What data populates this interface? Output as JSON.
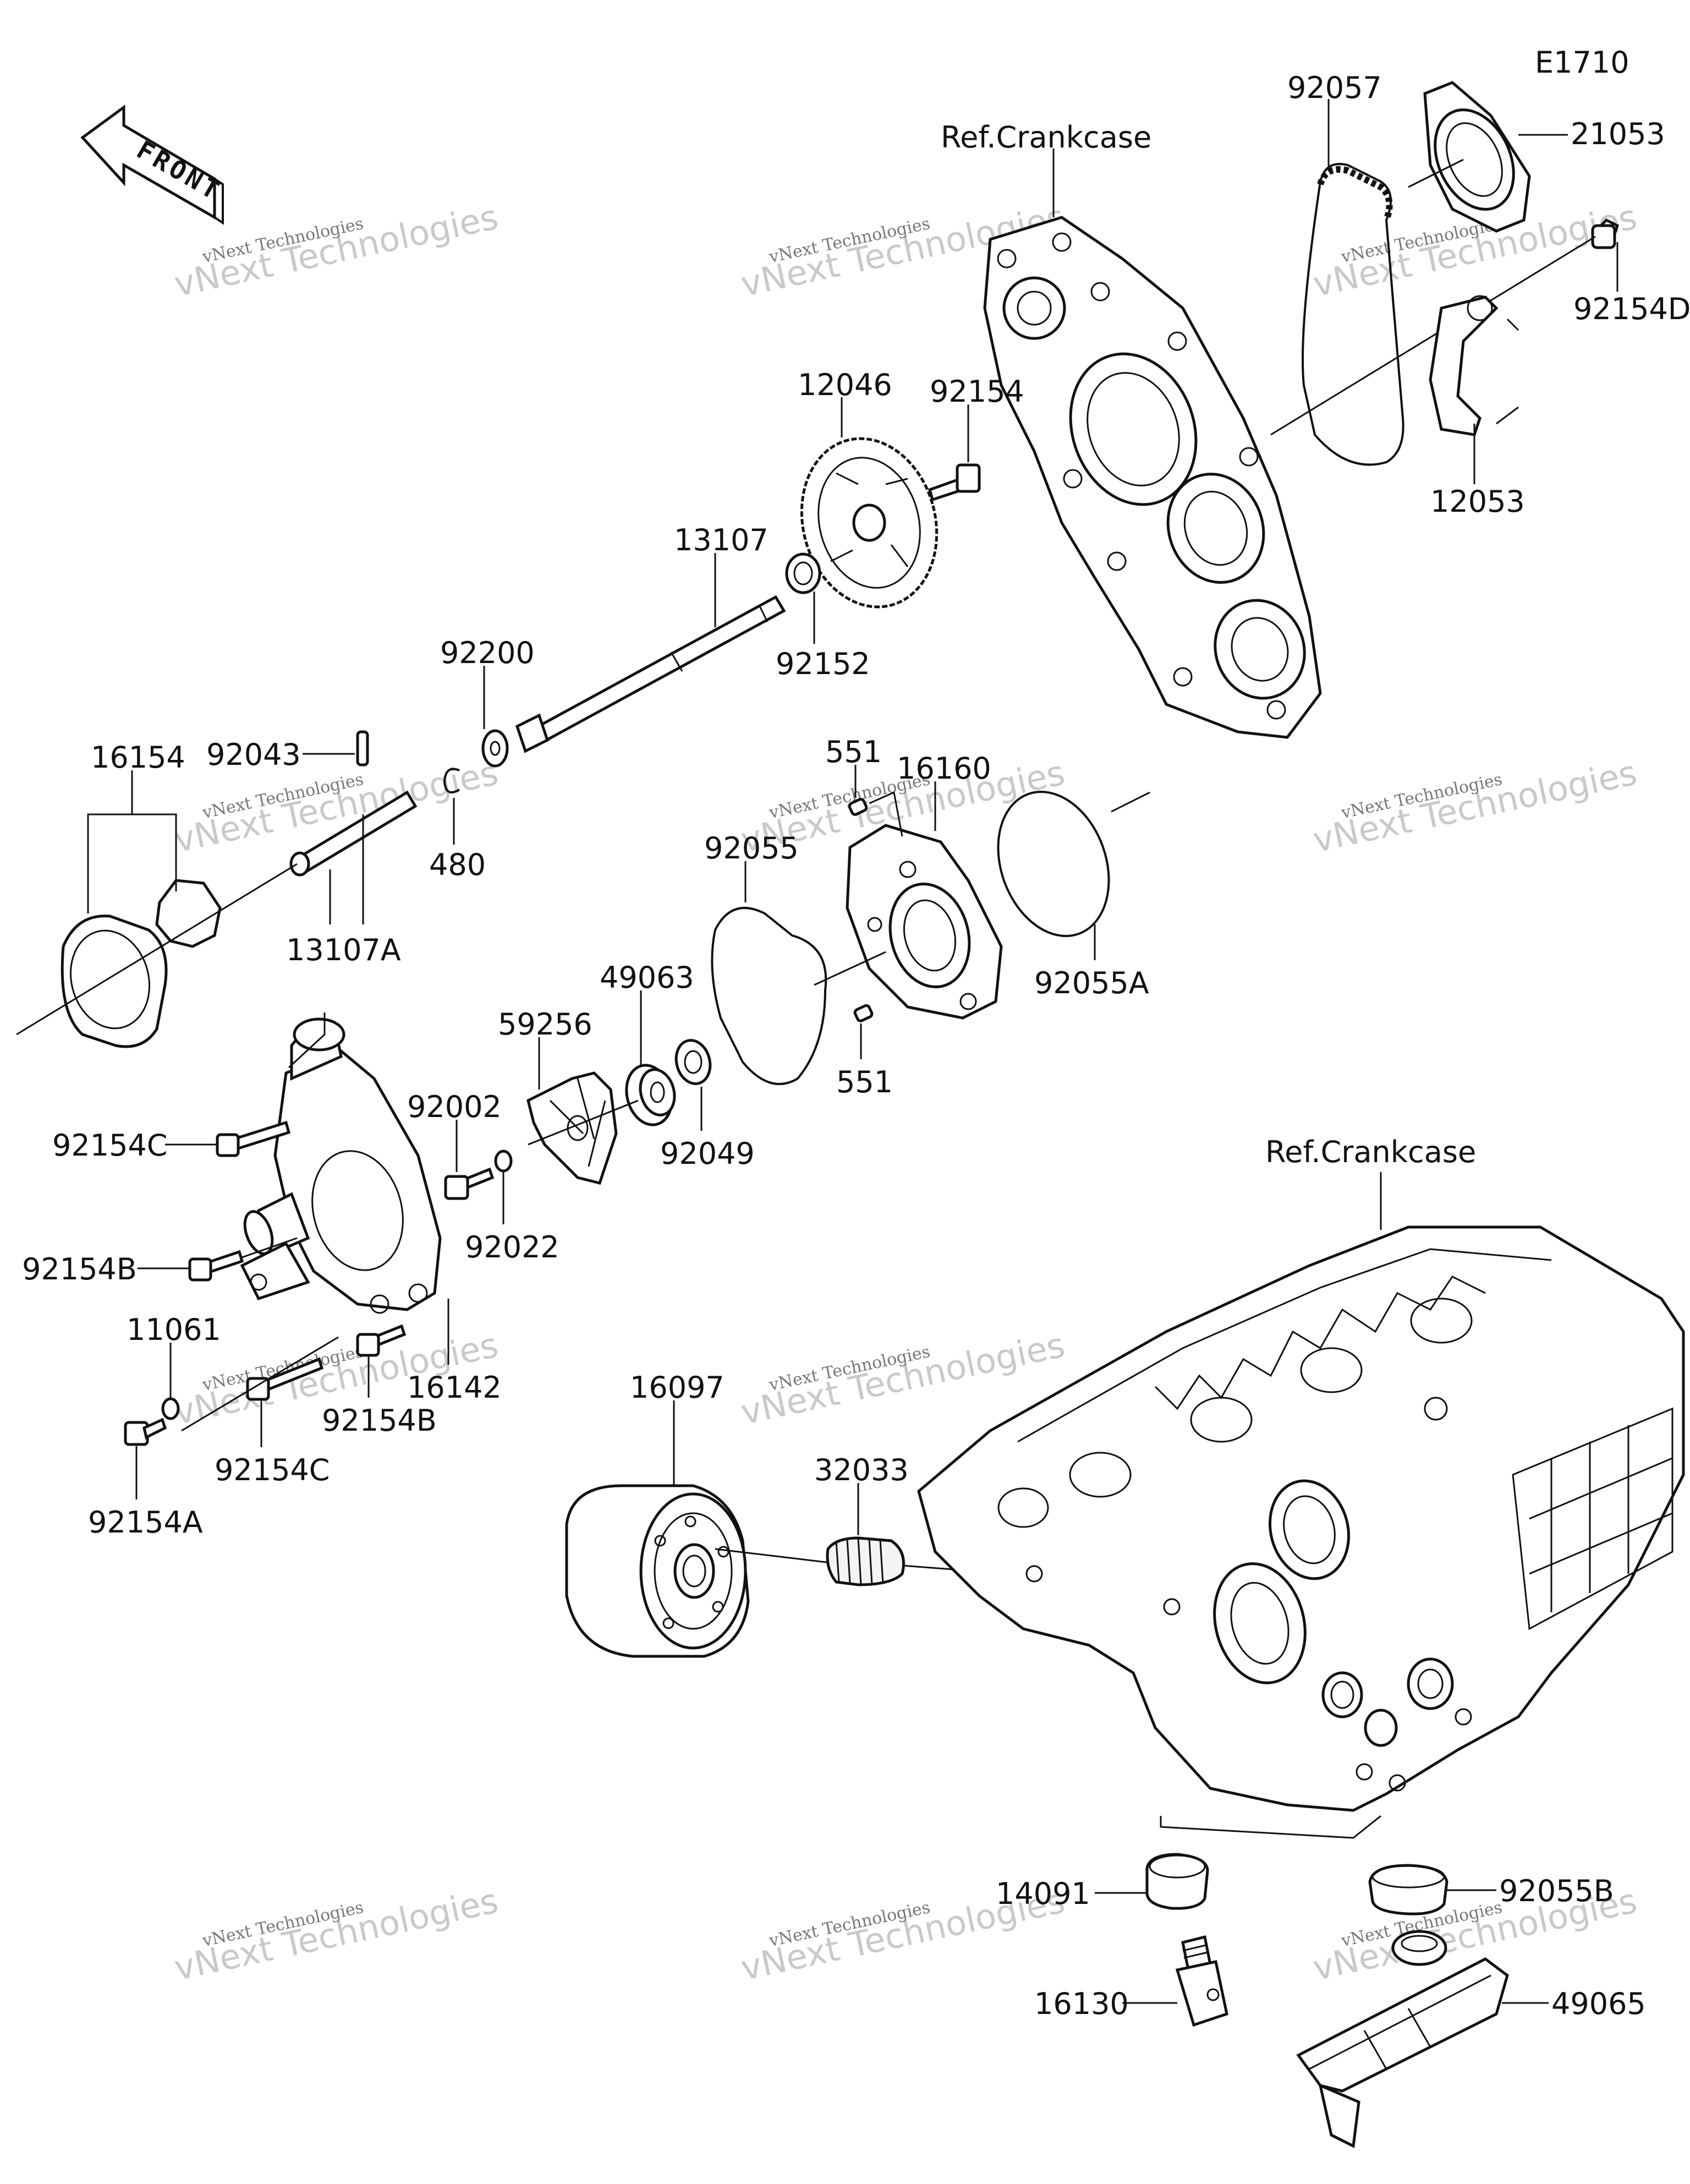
{
  "diagram_code": "E1710",
  "front_arrow_label": "FRONT",
  "references": {
    "crankcase_top": "Ref.Crankcase",
    "crankcase_bottom": "Ref.Crankcase"
  },
  "watermark": {
    "line1": "vNext Technologies",
    "line2": "vNext Technologies"
  },
  "parts": {
    "p92057": "92057",
    "p21053": "21053",
    "p92154D": "92154D",
    "p12053": "12053",
    "p12046": "12046",
    "p92154": "92154",
    "p13107": "13107",
    "p92152": "92152",
    "p92200": "92200",
    "p16154": "16154",
    "p92043": "92043",
    "p480": "480",
    "p13107A": "13107A",
    "p551_top": "551",
    "p16160": "16160",
    "p92055": "92055",
    "p92055A": "92055A",
    "p551_bottom": "551",
    "p49063": "49063",
    "p59256": "59256",
    "p92049": "92049",
    "p92002": "92002",
    "p92154C_top": "92154C",
    "p92022": "92022",
    "p92154B_left": "92154B",
    "p11061": "11061",
    "p16142": "16142",
    "p92154B_right": "92154B",
    "p92154C_bottom": "92154C",
    "p92154A": "92154A",
    "p16097": "16097",
    "p32033": "32033",
    "p14091": "14091",
    "p92055B": "92055B",
    "p16130": "16130",
    "p49065": "49065"
  }
}
